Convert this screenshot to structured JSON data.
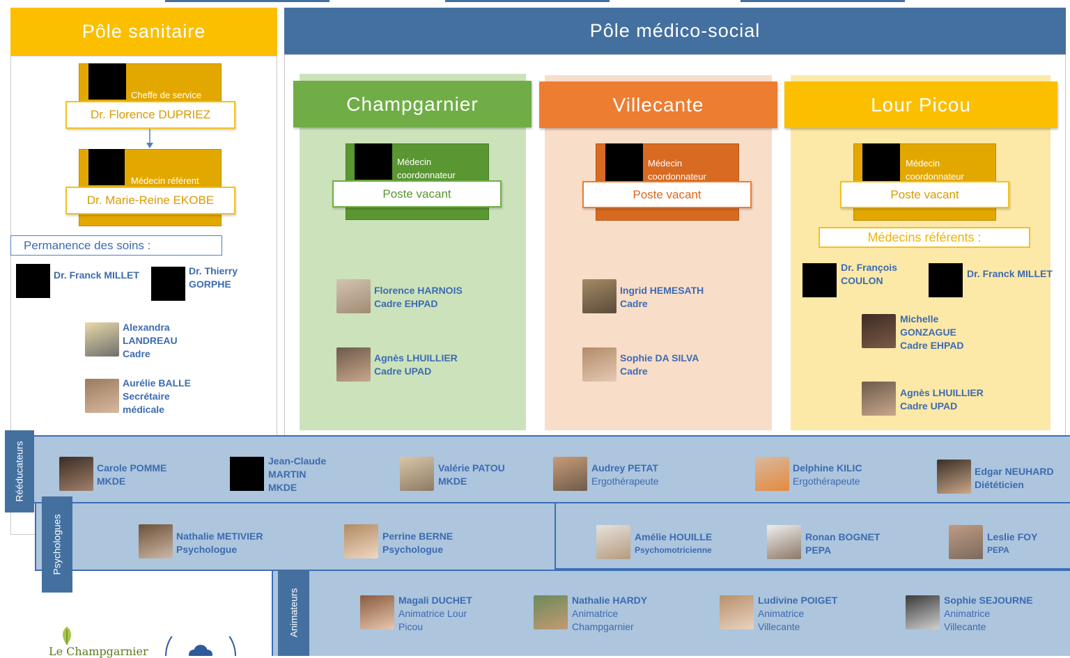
{
  "sanitaire": {
    "title": "Pôle sanitaire",
    "chef": {
      "role": "Cheffe de service",
      "name": "Dr. Florence DUPRIEZ"
    },
    "referent": {
      "role": "Médecin référent",
      "name": "Dr. Marie-Reine EKOBE"
    },
    "permanence_label": "Permanence des soins :",
    "perm_people": [
      {
        "line1": "Dr. Franck MILLET",
        "line2": ""
      },
      {
        "line1": "Dr. Thierry",
        "line2": "GORPHE"
      }
    ],
    "staff": [
      {
        "line1": "Alexandra",
        "line2": "LANDREAU",
        "line3": "Cadre"
      },
      {
        "line1": "Aurélie BALLE",
        "line2": "Secrétaire",
        "line3": "médicale"
      }
    ]
  },
  "medico": {
    "title": "Pôle médico-social",
    "columns": [
      {
        "name": "Champgarnier",
        "role1": "Médecin",
        "role2": "coordonnateur",
        "vacant": "Poste vacant",
        "people": [
          {
            "line1": "Florence HARNOIS",
            "line2": "Cadre EHPAD"
          },
          {
            "line1": "Agnès LHUILLIER",
            "line2": "Cadre UPAD"
          }
        ]
      },
      {
        "name": "Villecante",
        "role1": "Médecin",
        "role2": "coordonnateur",
        "vacant": "Poste vacant",
        "people": [
          {
            "line1": "Ingrid HEMESATH",
            "line2": "Cadre"
          },
          {
            "line1": "Sophie DA SILVA",
            "line2": "Cadre"
          }
        ]
      },
      {
        "name": "Lour Picou",
        "role1": "Médecin",
        "role2": "coordonnateur",
        "vacant": "Poste vacant",
        "medref_label": "Médecins référents :",
        "doctors": [
          {
            "line1": "Dr. François",
            "line2": "COULON"
          },
          {
            "line1": "Dr. Franck MILLET",
            "line2": ""
          }
        ],
        "people": [
          {
            "line1": "Michelle",
            "line2": "GONZAGUE",
            "line3": "Cadre EHPAD"
          },
          {
            "line1": "Agnès LHUILLIER",
            "line2": "Cadre UPAD"
          }
        ]
      }
    ]
  },
  "reeducateurs": {
    "label": "Rééducateurs",
    "people": [
      {
        "line1": "Carole POMME",
        "line2": "MKDE"
      },
      {
        "line1": "Jean-Claude",
        "line2": "MARTIN",
        "line3": "MKDE"
      },
      {
        "line1": "Valérie PATOU",
        "line2": "MKDE"
      },
      {
        "line1": "Audrey PETAT",
        "line2": "Ergothérapeute"
      },
      {
        "line1": "Delphine KILIC",
        "line2": "Ergothérapeute"
      },
      {
        "line1": "Edgar NEUHARD",
        "line2": "Diététicien"
      }
    ]
  },
  "psychologues": {
    "label": "Psychologues",
    "people": [
      {
        "line1": "Nathalie METIVIER",
        "line2": "Psychologue"
      },
      {
        "line1": "Perrine BERNE",
        "line2": "Psychologue"
      }
    ],
    "others": [
      {
        "line1": "Amélie HOUILLE",
        "line2": "Psychomotricienne"
      },
      {
        "line1": "Ronan BOGNET",
        "line2": "PEPA"
      },
      {
        "line1": "Leslie FOY",
        "line2": "PEPA"
      }
    ]
  },
  "animateurs": {
    "label": "Animateurs",
    "people": [
      {
        "line1": "Magali DUCHET",
        "line2": "Animatrice Lour",
        "line3": "Picou"
      },
      {
        "line1": "Nathalie HARDY",
        "line2": "Animatrice",
        "line3": "Champgarnier"
      },
      {
        "line1": "Ludivine POIGET",
        "line2": "Animatrice",
        "line3": "Villecante"
      },
      {
        "line1": "Sophie SEJOURNE",
        "line2": "Animatrice",
        "line3": "Villecante"
      }
    ]
  },
  "logo": {
    "text": "Le Champgarnier"
  }
}
